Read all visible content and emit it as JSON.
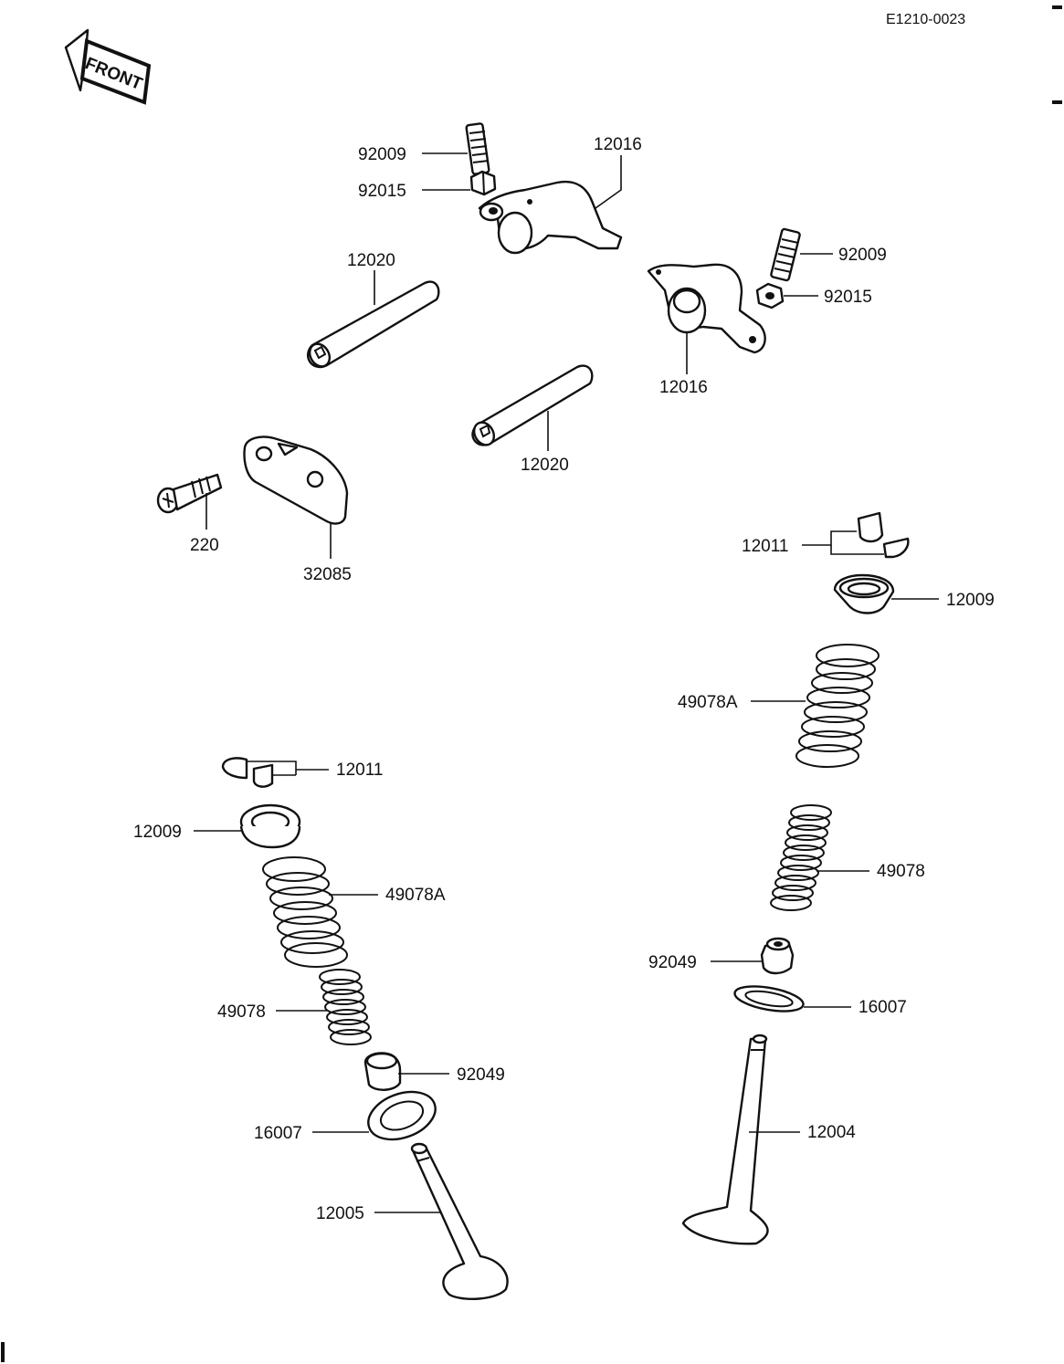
{
  "diagram": {
    "reference_code": "E1210-0023",
    "front_arrow_text": "FRONT"
  },
  "labels": {
    "p92009_top": "92009",
    "p92015_top": "92015",
    "p12016_top": "12016",
    "p92009_right": "92009",
    "p92015_right": "92015",
    "p12016_right": "12016",
    "p12020_left": "12020",
    "p12020_mid": "12020",
    "p220": "220",
    "p32085": "32085",
    "p12011_right": "12011",
    "p12009_right": "12009",
    "p49078A_right": "49078A",
    "p49078_right": "49078",
    "p92049_right": "92049",
    "p16007_right": "16007",
    "p12004": "12004",
    "p12011_left": "12011",
    "p12009_left": "12009",
    "p49078A_left": "49078A",
    "p49078_left": "49078",
    "p92049_left": "92049",
    "p16007_left": "16007",
    "p12005": "12005"
  }
}
